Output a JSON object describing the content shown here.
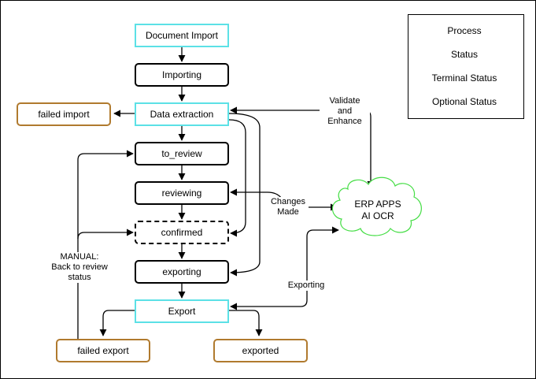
{
  "legend": {
    "process": "Process",
    "status": "Status",
    "terminal_status": "Terminal Status",
    "optional_status": "Optional Status"
  },
  "nodes": {
    "document_import": "Document Import",
    "importing": "Importing",
    "data_extraction": "Data extraction",
    "failed_import": "failed import",
    "to_review": "to_review",
    "reviewing": "reviewing",
    "confirmed": "confirmed",
    "exporting": "exporting",
    "export": "Export",
    "failed_export": "failed export",
    "exported": "exported"
  },
  "erp": {
    "line1": "ERP APPS",
    "line2": "AI OCR"
  },
  "edge_labels": {
    "validate": [
      "Validate",
      "and",
      "Enhance"
    ],
    "changes": [
      "Changes",
      "Made"
    ],
    "exporting": [
      "Exporting"
    ],
    "manual": [
      "MANUAL:",
      "Back to review",
      "status"
    ]
  },
  "colors": {
    "process": "#5ce1e6",
    "status": "#000000",
    "terminal": "#b07a2e",
    "cloud": "#44dd44"
  }
}
